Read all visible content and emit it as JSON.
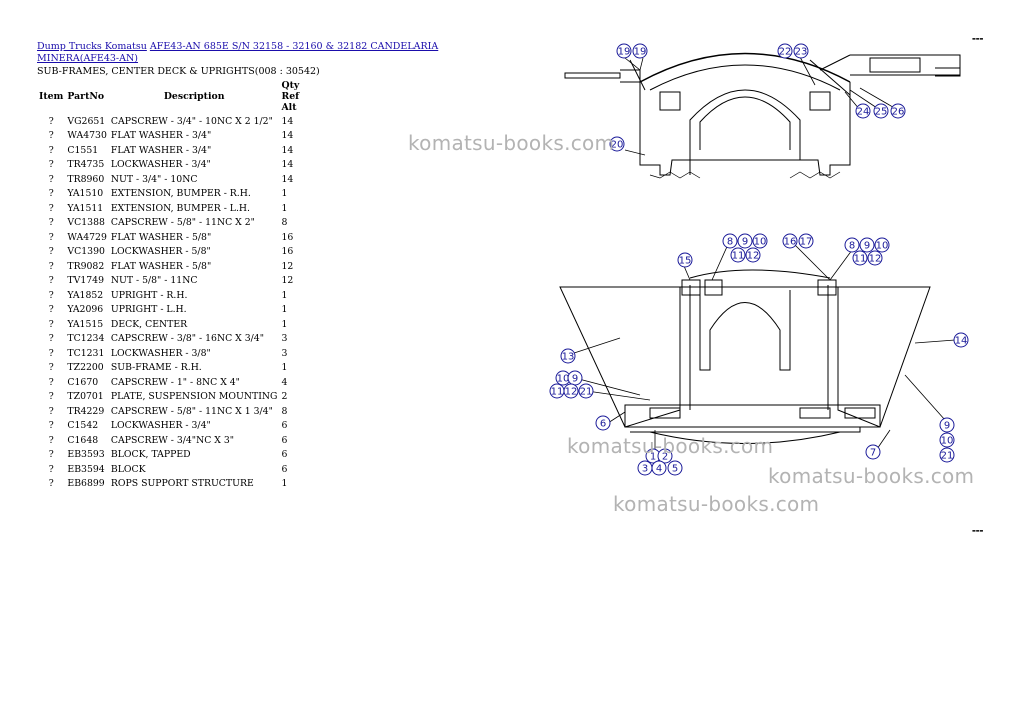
{
  "breadcrumb": {
    "link1": "Dump Trucks Komatsu",
    "link2": "AFE43-AN 685E S/N 32158 - 32160 & 32182 CANDELARIA MINERA(AFE43-AN)"
  },
  "subtitle": "SUB-FRAMES, CENTER DECK & UPRIGHTS(008 : 30542)",
  "table": {
    "headers": [
      "Item",
      "PartNo",
      "Description",
      "Qty",
      "Ref",
      "Alt"
    ],
    "rows": [
      [
        "?",
        "VG2651",
        "CAPSCREW - 3/4\" - 10NC X 2 1/2\"",
        "14"
      ],
      [
        "?",
        "WA4730",
        "FLAT WASHER - 3/4\"",
        "14"
      ],
      [
        "?",
        "C1551",
        "FLAT WASHER - 3/4\"",
        "14"
      ],
      [
        "?",
        "TR4735",
        "LOCKWASHER - 3/4\"",
        "14"
      ],
      [
        "?",
        "TR8960",
        "NUT - 3/4\" - 10NC",
        "14"
      ],
      [
        "?",
        "YA1510",
        "EXTENSION, BUMPER - R.H.",
        "1"
      ],
      [
        "?",
        "YA1511",
        "EXTENSION, BUMPER - L.H.",
        "1"
      ],
      [
        "?",
        "VC1388",
        "CAPSCREW - 5/8\" - 11NC X 2\"",
        "8"
      ],
      [
        "?",
        "WA4729",
        "FLAT WASHER - 5/8\"",
        "16"
      ],
      [
        "?",
        "VC1390",
        "LOCKWASHER - 5/8\"",
        "16"
      ],
      [
        "?",
        "TR9082",
        "FLAT WASHER - 5/8\"",
        "12"
      ],
      [
        "?",
        "TV1749",
        "NUT - 5/8\" - 11NC",
        "12"
      ],
      [
        "?",
        "YA1852",
        "UPRIGHT - R.H.",
        "1"
      ],
      [
        "?",
        "YA2096",
        "UPRIGHT - L.H.",
        "1"
      ],
      [
        "?",
        "YA1515",
        "DECK, CENTER",
        "1"
      ],
      [
        "?",
        "TC1234",
        "CAPSCREW - 3/8\" - 16NC X 3/4\"",
        "3"
      ],
      [
        "?",
        "TC1231",
        "LOCKWASHER - 3/8\"",
        "3"
      ],
      [
        "?",
        "TZ2200",
        "SUB-FRAME - R.H.",
        "1"
      ],
      [
        "?",
        "C1670",
        "CAPSCREW - 1\" - 8NC X 4\"",
        "4"
      ],
      [
        "?",
        "TZ0701",
        "PLATE, SUSPENSION MOUNTING",
        "2"
      ],
      [
        "?",
        "TR4229",
        "CAPSCREW - 5/8\" - 11NC X 1 3/4\"",
        "8"
      ],
      [
        "?",
        "C1542",
        "LOCKWASHER - 3/4\"",
        "6"
      ],
      [
        "?",
        "C1648",
        "CAPSCREW - 3/4\"NC X 3\"",
        "6"
      ],
      [
        "?",
        "EB3593",
        "BLOCK, TAPPED",
        "6"
      ],
      [
        "?",
        "EB3594",
        "BLOCK",
        "6"
      ],
      [
        "?",
        "EB6899",
        "ROPS SUPPORT STRUCTURE",
        "1"
      ]
    ]
  },
  "watermark": "komatsu-books.com",
  "callouts_top": [
    "19",
    "19",
    "22",
    "23",
    "24",
    "25",
    "26",
    "20"
  ],
  "callouts_bottom": [
    "15",
    "8",
    "9",
    "10",
    "11",
    "12",
    "16",
    "17",
    "8",
    "9",
    "10",
    "11",
    "12",
    "13",
    "14",
    "10",
    "9",
    "11",
    "12",
    "21",
    "6",
    "1",
    "2",
    "3",
    "4",
    "5",
    "7",
    "9",
    "10",
    "21"
  ],
  "colors": {
    "link": "#1a0dab",
    "callout": "#1a1a99",
    "watermark": "#b3b3b3"
  }
}
